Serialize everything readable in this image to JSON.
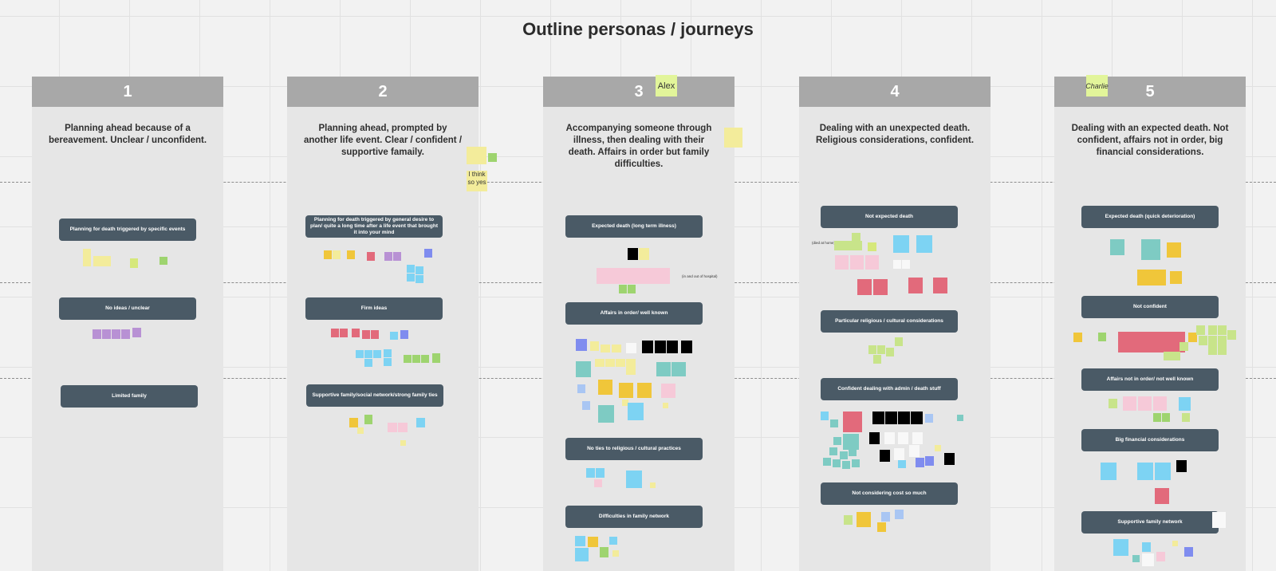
{
  "board": {
    "title": "Outline personas / journeys"
  },
  "columns": [
    {
      "number": "1",
      "description": "Planning ahead because of a bereavement. Unclear / unconfident.",
      "tags": [
        "Planning for death triggered by specific events",
        "No ideas / unclear",
        "Limited family"
      ]
    },
    {
      "number": "2",
      "description": "Planning ahead, prompted by another life event. Clear / confident / supportive famaily.",
      "tags": [
        "Planning for death triggered by general desire to plan/ quite a long time after a life event that brought it into your mind",
        "Firm ideas",
        "Supportive family/social network/strong family ties"
      ]
    },
    {
      "number": "3",
      "description": "Accompanying someone through illness, then dealing with their death. Affairs in order but family difficulties.",
      "tags": [
        "Expected death (long term illness)",
        "Affairs in order/ well known",
        "No ties to religious / cultural practices",
        "Difficulties in family network"
      ]
    },
    {
      "number": "4",
      "description": "Dealing with an unexpected death. Religious considerations, confident.",
      "tags": [
        "Not expected death",
        "Particular religious / cultural considerations",
        "Confident dealing with admin / death stuff",
        "Not considering cost so much"
      ]
    },
    {
      "number": "5",
      "description": "Dealing with an expected death. Not confident, affairs not in order, big financial considerations.",
      "tags": [
        "Expected death (quick deterioration)",
        "Not confident",
        "Affairs not in order/ not well known",
        "Big financial considerations",
        "Supportive family network"
      ]
    }
  ],
  "avatars": {
    "alex": "Alex",
    "charlie": "Charlie"
  },
  "notes": {
    "think": "I think so yes",
    "in_and_out": "(in and out of hospital)",
    "died_at_home": "(died at home)"
  },
  "colors": {
    "header": "#a8a8a8",
    "tag": "#4a5a66",
    "column": "#e6e6e6"
  }
}
